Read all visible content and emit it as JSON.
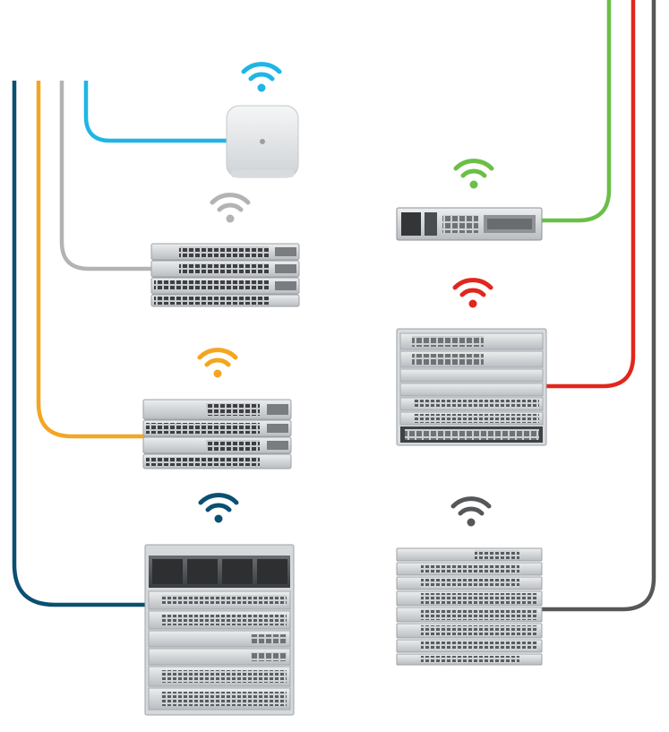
{
  "diagram": {
    "colors": {
      "navy": "#0b4f71",
      "orange": "#f4a521",
      "gray": "#b3b3b3",
      "cyan": "#1fb5e6",
      "green": "#6abf46",
      "red": "#e1261c",
      "charcoal": "#555759"
    },
    "devices": [
      {
        "name": "access-point",
        "icon": "wifi-icon",
        "color": "cyan"
      },
      {
        "name": "stacked-switch-gray",
        "icon": "wifi-icon",
        "color": "gray"
      },
      {
        "name": "stacked-switch-orange",
        "icon": "wifi-icon",
        "color": "orange"
      },
      {
        "name": "modular-chassis-navy",
        "icon": "wifi-icon",
        "color": "navy"
      },
      {
        "name": "router-appliance-green",
        "icon": "wifi-icon",
        "color": "green"
      },
      {
        "name": "modular-chassis-red",
        "icon": "wifi-icon",
        "color": "red"
      },
      {
        "name": "switch-stack-charcoal",
        "icon": "wifi-icon",
        "color": "charcoal"
      }
    ]
  }
}
